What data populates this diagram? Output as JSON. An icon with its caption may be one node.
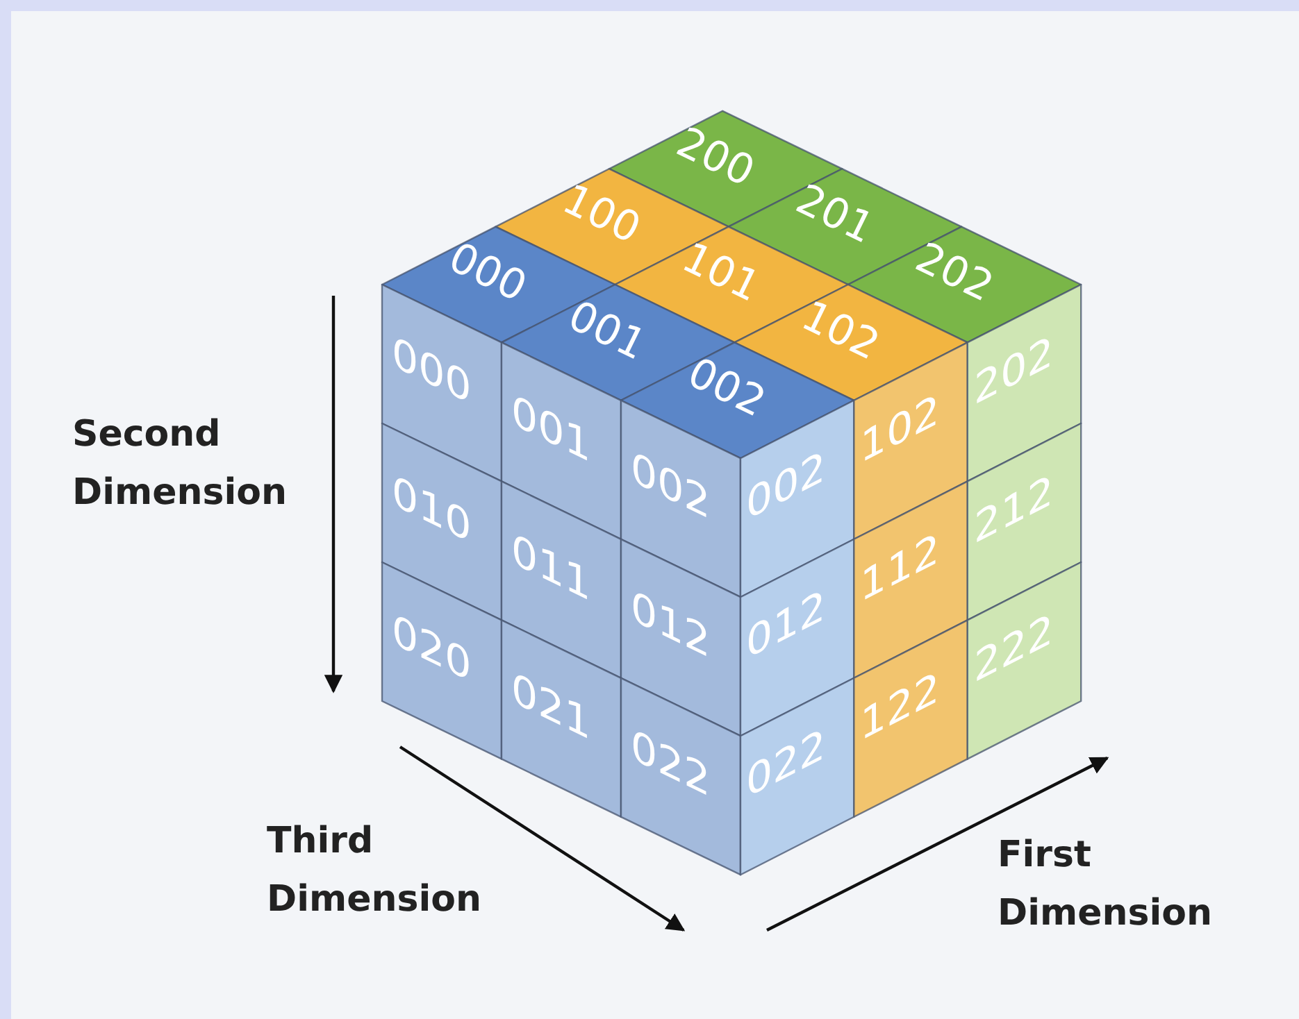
{
  "diagram": {
    "nodes": [
      {
        "text": [
          "200"
        ]
      },
      {
        "text": [
          "100"
        ]
      },
      {
        "text": [
          "201"
        ]
      },
      {
        "text": [
          "000"
        ]
      },
      {
        "text": [
          "101"
        ]
      },
      {
        "text": [
          "202"
        ]
      },
      {
        "text": [
          "001"
        ]
      },
      {
        "text": [
          "102"
        ]
      },
      {
        "text": [
          "002"
        ]
      },
      {
        "text": [
          "000"
        ]
      },
      {
        "text": [
          "001"
        ]
      },
      {
        "text": [
          "002"
        ]
      },
      {
        "text": [
          "010"
        ]
      },
      {
        "text": [
          "011"
        ]
      },
      {
        "text": [
          "012"
        ]
      },
      {
        "text": [
          "020"
        ]
      },
      {
        "text": [
          "021"
        ]
      },
      {
        "text": [
          "022"
        ]
      },
      {
        "text": [
          "002"
        ]
      },
      {
        "text": [
          "102"
        ]
      },
      {
        "text": [
          "202"
        ]
      },
      {
        "text": [
          "012"
        ]
      },
      {
        "text": [
          "112"
        ]
      },
      {
        "text": [
          "212"
        ]
      },
      {
        "text": [
          "022"
        ]
      },
      {
        "text": [
          "122"
        ]
      },
      {
        "text": [
          "222"
        ]
      }
    ],
    "labels": [
      "Second Dimension",
      "Third Dimension",
      "First Dimension"
    ]
  }
}
